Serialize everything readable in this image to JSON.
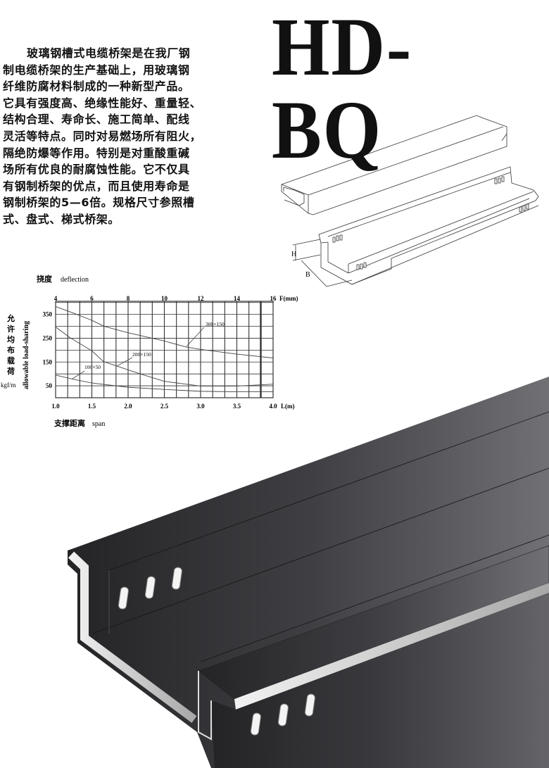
{
  "title": "HD-BQ",
  "description_lines": [
    "玻璃钢槽式电缆桥架是在我厂钢",
    "制电缆桥架的生产基础上，用玻璃钢",
    "纤维防腐材料制成的一种新型产品。",
    "它具有强度高、绝缘性能好、重量轻、",
    "结构合理、寿命长、施工简单、配线",
    "灵活等特点。同时对易燃场所有阻火，",
    "隔绝防爆等作用。特别是对重酸重碱",
    "场所有优良的耐腐蚀性能。它不仅具",
    "有钢制桥架的优点，而且使用寿命是",
    "钢制桥架的5—6倍。规格尺寸参照槽",
    "式、盘式、梯式桥架。"
  ],
  "diagram": {
    "label_h": "H",
    "label_b": "B"
  },
  "colors": {
    "tray_dark": "#2b2a2d",
    "tray_light": "#6d6d72",
    "edge": "#e4e4e4"
  },
  "chart_data": {
    "type": "line",
    "title_cn": "挠度",
    "title_en": "deflection",
    "xlabel_cn": "支撑距离",
    "xlabel_en": "span",
    "x_unit": "L(m)",
    "ylabel_cn": [
      "允",
      "许",
      "均",
      "布",
      "载",
      "荷"
    ],
    "ylabel_en": "allowable load-sharing",
    "y_unit": "kgf/m",
    "top_axis_unit": "F(mm)",
    "xlim": [
      1.0,
      4.0
    ],
    "ylim": [
      0,
      405
    ],
    "x_ticks": [
      "1.0",
      "1.5",
      "2.0",
      "2.5",
      "3.0",
      "3.5",
      "4.0"
    ],
    "x_tick_values": [
      1.0,
      1.5,
      2.0,
      2.5,
      3.0,
      3.5,
      4.0
    ],
    "top_ticks": [
      "4",
      "6",
      "8",
      "10",
      "12",
      "14",
      "16"
    ],
    "top_tick_values": [
      4,
      6,
      8,
      10,
      12,
      14,
      16
    ],
    "y_ticks": [
      "50",
      "150",
      "250",
      "350"
    ],
    "y_tick_values": [
      50,
      150,
      250,
      350
    ],
    "grid": true,
    "series": [
      {
        "name": "300×150",
        "x": [
          1.0,
          1.25,
          1.5,
          1.67,
          2.0,
          2.5,
          2.8,
          3.0,
          3.5,
          4.0
        ],
        "y": [
          383,
          355,
          325,
          300,
          273,
          238,
          213,
          203,
          183,
          167
        ]
      },
      {
        "name": "200×150",
        "x": [
          1.0,
          1.2,
          1.5,
          1.66,
          2.0,
          2.2,
          2.5,
          3.0,
          3.5,
          4.0
        ],
        "y": [
          297,
          252,
          197,
          152,
          117,
          97,
          69,
          49,
          49,
          57
        ]
      },
      {
        "name": "100×50",
        "x": [
          1.0,
          1.25,
          1.5,
          2.0,
          2.5,
          3.0,
          3.5,
          4.0
        ],
        "y": [
          95,
          77,
          62,
          44,
          35,
          27,
          25,
          25
        ]
      }
    ]
  }
}
